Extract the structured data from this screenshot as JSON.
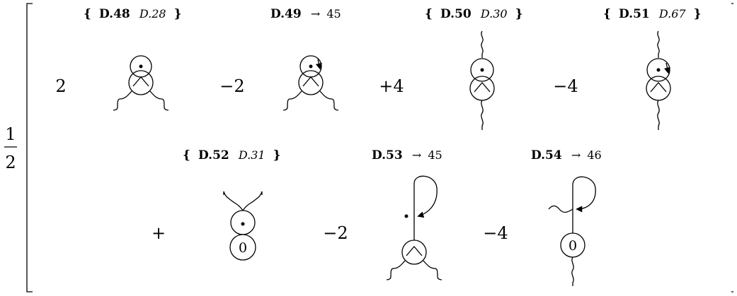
{
  "prefactor": {
    "numerator": "1",
    "denominator": "2"
  },
  "row1": {
    "terms": [
      {
        "coef": "2",
        "label_open": "{",
        "label_bold": "D.48",
        "label_ital": "D.28",
        "label_close": "}",
        "label_arrow": "",
        "label_ref": ""
      },
      {
        "coef": "−2",
        "label_open": "",
        "label_bold": "D.49",
        "label_ital": "",
        "label_close": "",
        "label_arrow": "→",
        "label_ref": "45"
      },
      {
        "coef": "+4",
        "label_open": "{",
        "label_bold": "D.50",
        "label_ital": "D.30",
        "label_close": "}",
        "label_arrow": "",
        "label_ref": ""
      },
      {
        "coef": "−4",
        "label_open": "{",
        "label_bold": "D.51",
        "label_ital": "D.67",
        "label_close": "}",
        "label_arrow": "",
        "label_ref": ""
      }
    ]
  },
  "row2": {
    "terms": [
      {
        "coef": "+",
        "label_open": "{",
        "label_bold": "D.52",
        "label_ital": "D.31",
        "label_close": "}",
        "label_arrow": "",
        "label_ref": "",
        "vertex_text": "0"
      },
      {
        "coef": "−2",
        "label_open": "",
        "label_bold": "D.53",
        "label_ital": "",
        "label_close": "",
        "label_arrow": "→",
        "label_ref": "45"
      },
      {
        "coef": "−4",
        "label_open": "",
        "label_bold": "D.54",
        "label_ital": "",
        "label_close": "",
        "label_arrow": "→",
        "label_ref": "46",
        "vertex_text": "0"
      }
    ]
  }
}
